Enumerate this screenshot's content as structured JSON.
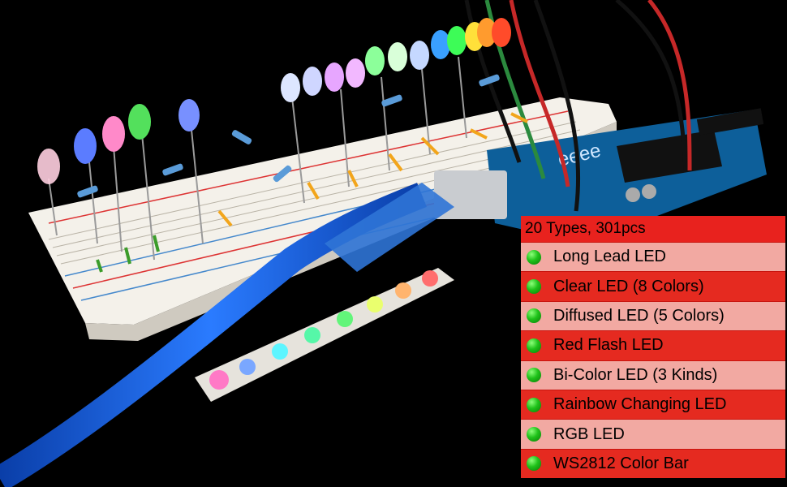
{
  "legend": {
    "title": "20 Types, 301pcs",
    "items": [
      "Long Lead LED",
      "Clear LED (8 Colors)",
      "Diffused LED (5 Colors)",
      "Red Flash LED",
      "Bi-Color LED (3 Kinds)",
      "Rainbow Changing LED",
      "RGB LED",
      "WS2812 Color Bar"
    ],
    "colors": {
      "header": "#e8221e",
      "row_light": "#f2a9a2",
      "row_dark": "#e52a20",
      "bullet": "#1fc21a"
    }
  },
  "board": {
    "brand_text": "eeee"
  }
}
